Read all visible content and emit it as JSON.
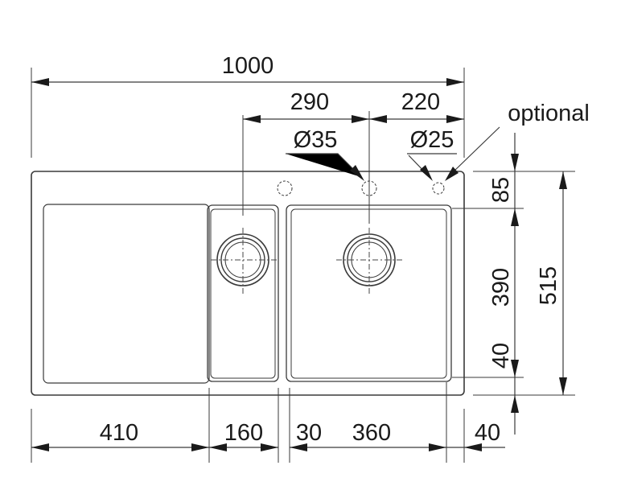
{
  "dimensions": {
    "overall_width": "1000",
    "tap_hole_offset": "290",
    "right_offset": "220",
    "hole_35": "Ø35",
    "hole_25": "Ø25",
    "optional_label": "optional",
    "front_depth": "85",
    "bowl_depth": "390",
    "back_depth": "40",
    "overall_depth": "515",
    "drainer_width": "410",
    "small_bowl_width": "160",
    "divider_width": "30",
    "large_bowl_width": "360",
    "right_edge": "40"
  }
}
